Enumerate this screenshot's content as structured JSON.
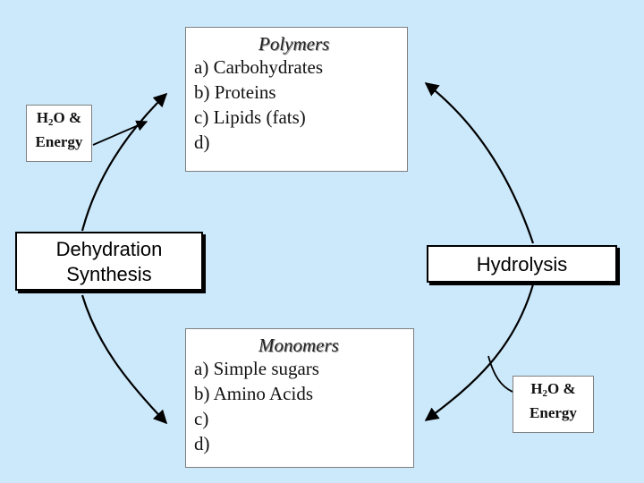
{
  "polymers": {
    "title": "Polymers",
    "items": [
      "a) Carbohydrates",
      "b) Proteins",
      "c) Lipids (fats)",
      "d)"
    ]
  },
  "monomers": {
    "title": "Monomers",
    "items": [
      "a) Simple sugars",
      "b) Amino Acids",
      "c)",
      "d)"
    ]
  },
  "processes": {
    "dehydration_line1": "Dehydration",
    "dehydration_line2": "Synthesis",
    "hydrolysis": "Hydrolysis"
  },
  "water_energy": {
    "h": "H",
    "sub": "2",
    "o": "O &",
    "energy": "Energy"
  },
  "colors": {
    "background": "#cce9fb",
    "box": "#ffffff",
    "stroke": "#000000"
  }
}
